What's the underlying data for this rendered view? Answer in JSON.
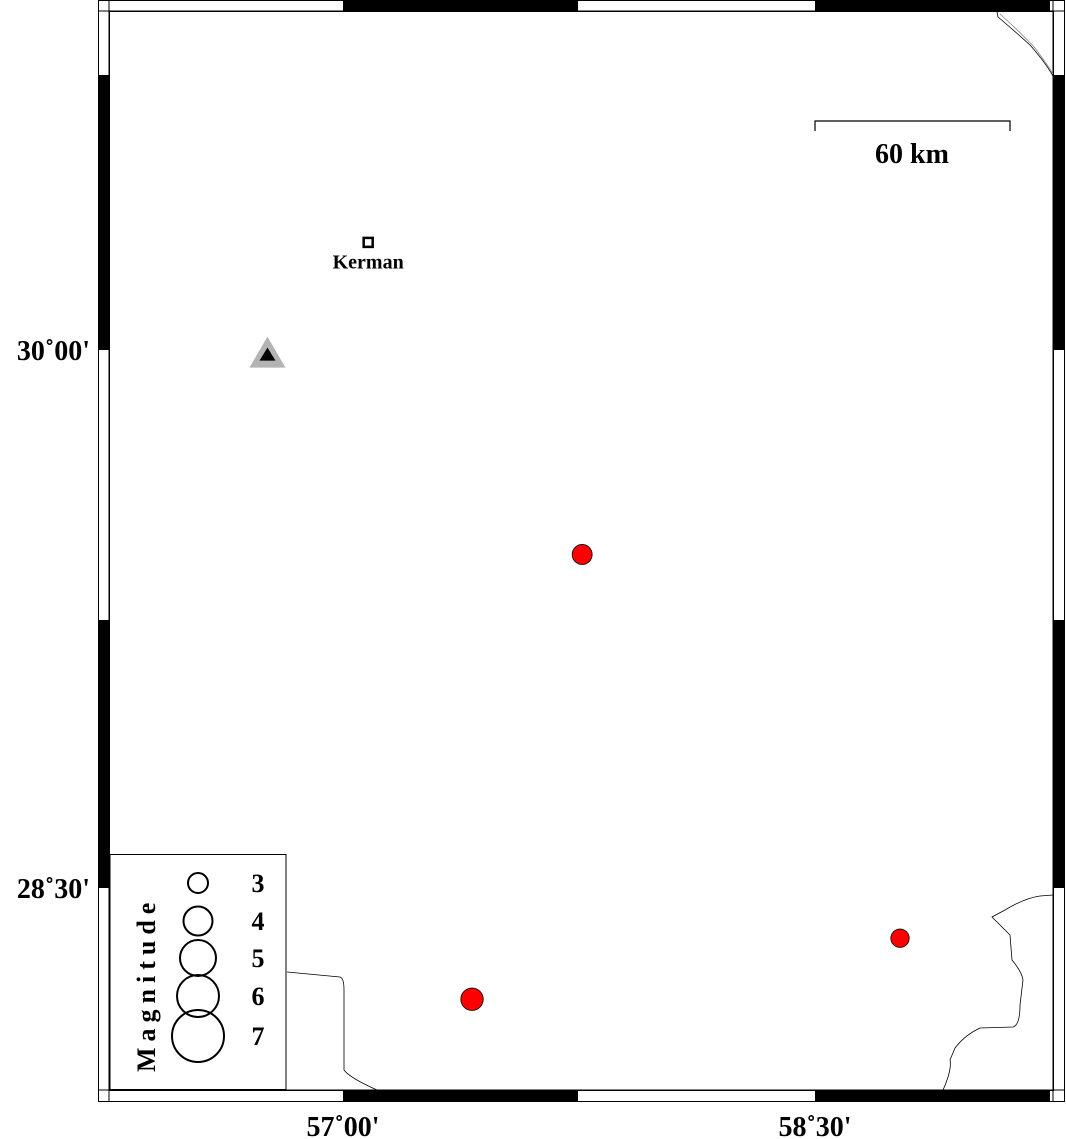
{
  "map": {
    "lon_ticks": [
      {
        "lon": 57.0,
        "label": "57˚00'"
      },
      {
        "lon": 58.5,
        "label": "58˚30'"
      }
    ],
    "lat_ticks": [
      {
        "lat": 30.0,
        "label": "30˚00'"
      },
      {
        "lat": 28.5,
        "label": "28˚30'"
      }
    ],
    "scale_bar": {
      "label": "60 km"
    },
    "city": {
      "name": "Kerman",
      "lon": 57.08,
      "lat": 30.3
    },
    "station": {
      "lon": 56.76,
      "lat": 29.99,
      "fill": "#000000",
      "halo": "#b4b4b4"
    },
    "events": [
      {
        "lon": 57.76,
        "lat": 29.43,
        "magnitude": 3.0
      },
      {
        "lon": 57.41,
        "lat": 28.19,
        "magnitude": 3.3
      },
      {
        "lon": 58.77,
        "lat": 28.36,
        "magnitude": 2.8
      }
    ],
    "event_color": "#ff0000"
  },
  "legend": {
    "title": "Magnitude",
    "items": [
      {
        "magnitude": 3,
        "label": "3"
      },
      {
        "magnitude": 4,
        "label": "4"
      },
      {
        "magnitude": 5,
        "label": "5"
      },
      {
        "magnitude": 6,
        "label": "6"
      },
      {
        "magnitude": 7,
        "label": "7"
      }
    ]
  }
}
